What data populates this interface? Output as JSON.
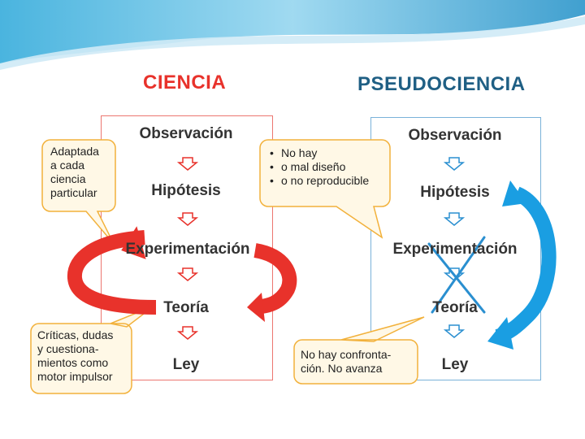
{
  "titles": {
    "ciencia": "CIENCIA",
    "pseudociencia": "PSEUDOCIENCIA"
  },
  "ciencia_steps": [
    "Observación",
    "Hipótesis",
    "Experimentación",
    "Teoría",
    "Ley"
  ],
  "pseudo_steps": [
    "Observación",
    "Hipótesis",
    "Experimentación",
    "Teoría",
    "Ley"
  ],
  "callouts": {
    "adaptada": [
      "Adaptada",
      "a cada",
      "ciencia",
      "particular"
    ],
    "no_hay": [
      "No hay",
      "o mal diseño",
      "o no reproducible"
    ],
    "criticas": [
      "Críticas, dudas",
      "y cuestiona-",
      "mientos como",
      "motor impulsor"
    ],
    "confrontacion": [
      "No hay confronta-",
      "ción. No avanza"
    ]
  },
  "colors": {
    "red": "#e8322b",
    "blue": "#1a9ee2",
    "callout_fill": "#fff8e6",
    "callout_stroke": "#f2b13b"
  }
}
